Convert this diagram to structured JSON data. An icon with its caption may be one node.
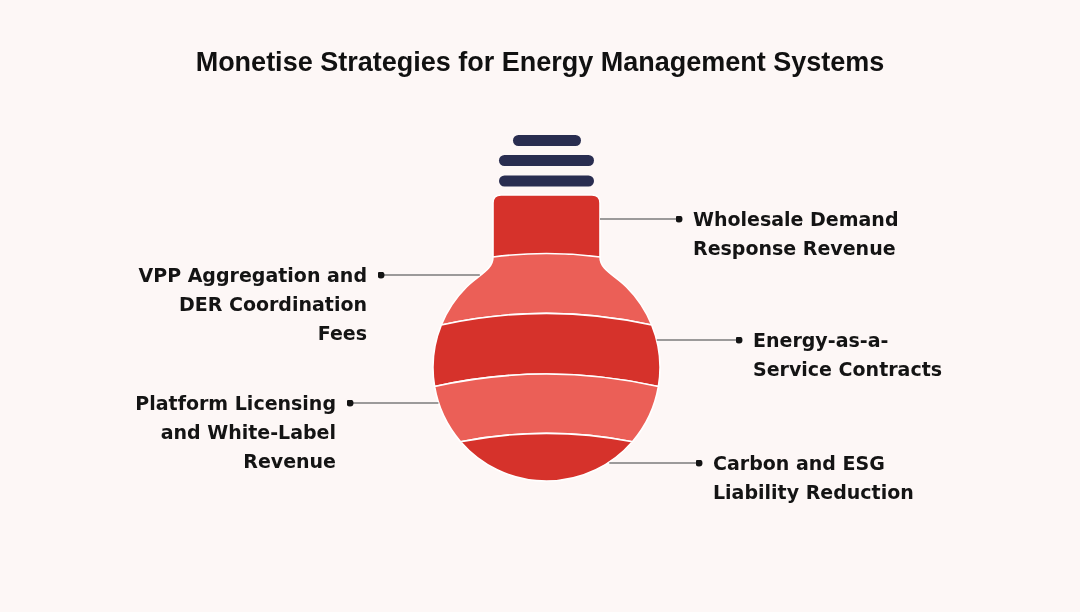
{
  "diagram": {
    "title": "Monetise Strategies for Energy Management Systems",
    "nodes": [
      {
        "text": [],
        "shape": "box"
      },
      {
        "text": [
          "Wholesale Demand Response Revenue"
        ]
      },
      {
        "text": [
          "VPP Aggregation and DER Coordination Fees"
        ]
      },
      {
        "text": [],
        "shape": "band"
      },
      {
        "text": [],
        "shape": "band"
      },
      {
        "text": [
          "Energy-as-a-Service Contracts"
        ]
      },
      {
        "text": [
          "Platform Licensing and White-Label Revenue"
        ]
      },
      {
        "text": [],
        "shape": "band"
      },
      {
        "text": [],
        "shape": "band"
      },
      {
        "text": [
          "Carbon and ESG Liability Reduction"
        ]
      }
    ],
    "edges": [
      {
        "from": 1,
        "to": 0,
        "arrow": "other"
      },
      {
        "from": 2,
        "to": 3,
        "arrow": "other"
      },
      {
        "from": 5,
        "to": 4,
        "arrow": "other"
      },
      {
        "from": 6,
        "to": 7,
        "arrow": "other"
      },
      {
        "from": 9,
        "to": 8,
        "arrow": "other"
      }
    ]
  }
}
